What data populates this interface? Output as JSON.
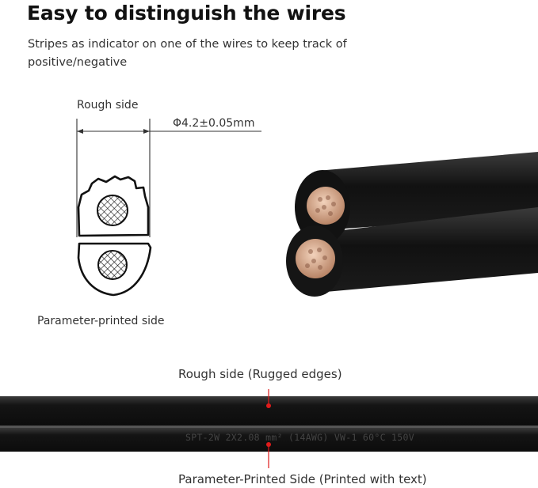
{
  "heading": "Easy to distinguish the wires",
  "description": "Stripes as indicator on one of the wires to keep track of positive/negative",
  "cross_section": {
    "rough_side_label": "Rough side",
    "diameter_label": "Φ4.2±0.05mm",
    "printed_side_label": "Parameter-printed side"
  },
  "cable_strip": {
    "top_label": "Rough side (Rugged edges)",
    "bottom_label": "Parameter-Printed Side (Printed with text)",
    "printed_text": "SPT-2W 2X2.08 mm² (14AWG) VW-1 60°C 150V"
  },
  "colors": {
    "cable": "#141414",
    "marker": "#e01b1b",
    "copper": "#d9a98a"
  }
}
